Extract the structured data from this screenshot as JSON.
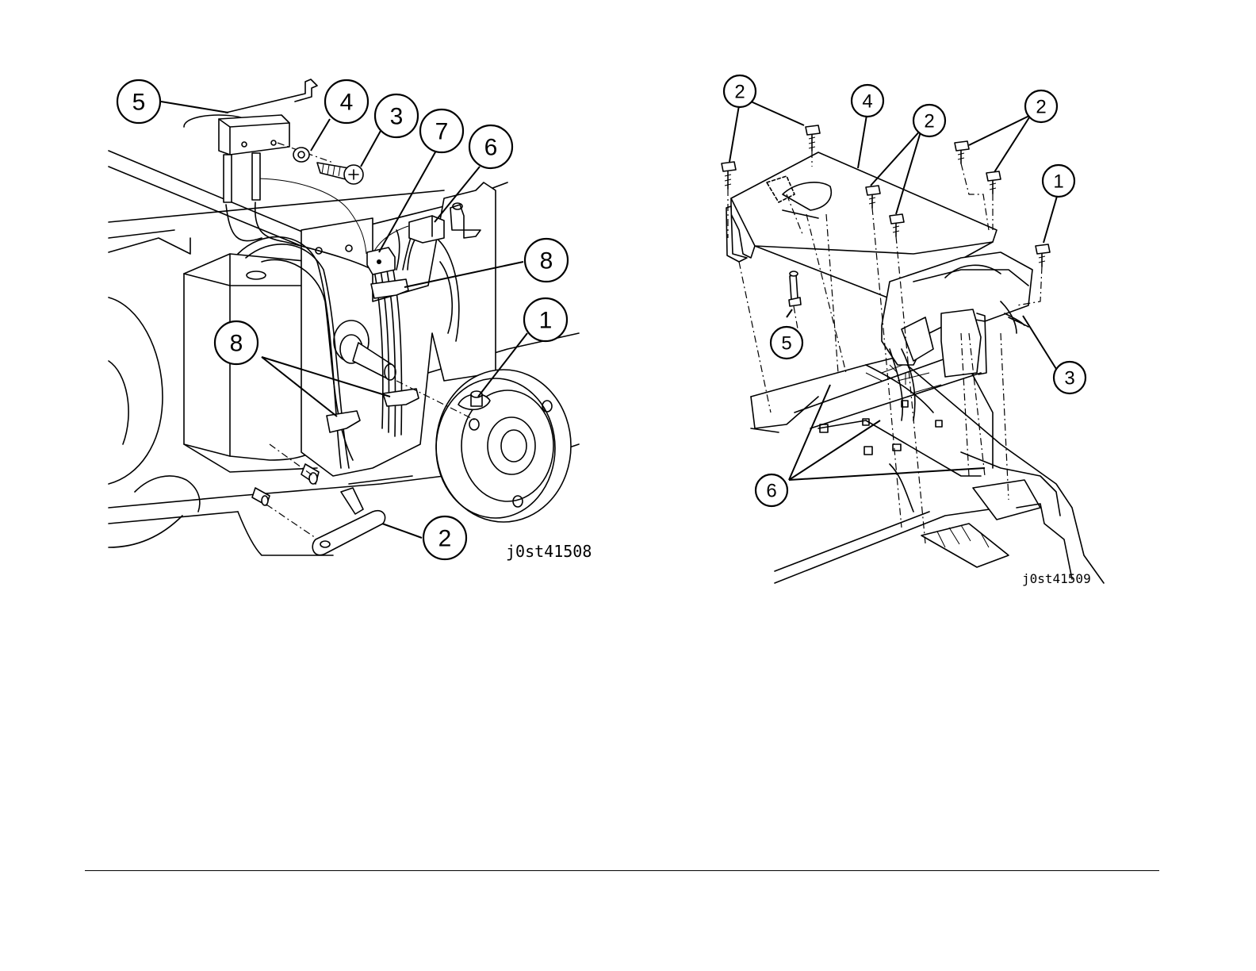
{
  "figures": [
    {
      "figure_id": "j0st41508",
      "callouts": [
        "5",
        "4",
        "3",
        "7",
        "6",
        "8",
        "1",
        "8",
        "2"
      ]
    },
    {
      "figure_id": "j0st41509",
      "callouts": [
        "2",
        "4",
        "2",
        "2",
        "1",
        "5",
        "3",
        "6"
      ]
    }
  ]
}
